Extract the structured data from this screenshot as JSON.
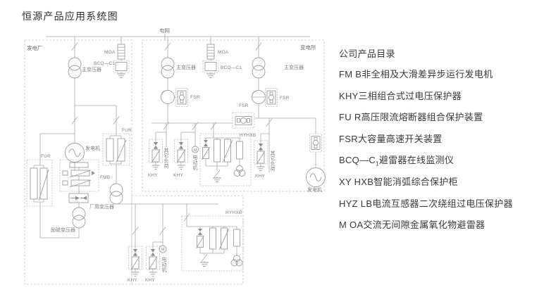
{
  "title": "恒源产品应用系统图",
  "colors": {
    "line": "#a9a9a9",
    "dashed_box": "#c9c9c9",
    "diagram_text": "#828282",
    "catalog_text": "#3a3a3a"
  },
  "diagram": {
    "grid": "电网",
    "plant": {
      "name": "发电厂",
      "main_transformer": "主变压器",
      "moa": "MOA",
      "monitor": "BCQ—C1",
      "generator": "发电机",
      "fur_left": "FUR",
      "fur_right": "FUR",
      "fmb": "FMB",
      "excitation_transformer": "励磁变压器",
      "aux_transformer": "厂用变压器"
    },
    "substation": {
      "name": "变电所",
      "transformer_left": "主变压器",
      "transformer_right": "主变压器",
      "moa": "MOA",
      "monitor": "BCQ—C1",
      "fsr_left": "FSR",
      "fsr_mid": "FSR",
      "fsr_right": "FSR",
      "khy_1": "KHY",
      "khy_2": "KHY",
      "khy_3": "KHY",
      "other_load_1": "其它负荷",
      "motor": "电动机",
      "motor_symbol": "M",
      "arc_cabinet": "HYHXB",
      "other_load_2": "其它负荷",
      "generator": "发电机"
    },
    "aux": {
      "khy_1": "KHY",
      "khy_2": "KHY",
      "motor": "电动机",
      "motor_symbol": "M",
      "arc_cabinet": "HYHXB"
    }
  },
  "catalog": {
    "heading": "公司产品目录",
    "items": [
      {
        "text": "FM B非全相及大滑差异步运行发电机"
      },
      {
        "text": "KHY三相组合式过电压保护器"
      },
      {
        "text": "FU R高压限流熔断器组合保护装置"
      },
      {
        "text": "FSR大容量高速开关装置"
      },
      {
        "pre": "BCQ—C",
        "sub": "1",
        "text": "避雷器在线监测仪"
      },
      {
        "text": "XY HXB智能消弧综合保护柜"
      },
      {
        "text": "HYZ LB电流互感器二次绕组过电压保护器"
      },
      {
        "text": "M OA交流无间隙金属氧化物避雷器"
      }
    ]
  }
}
